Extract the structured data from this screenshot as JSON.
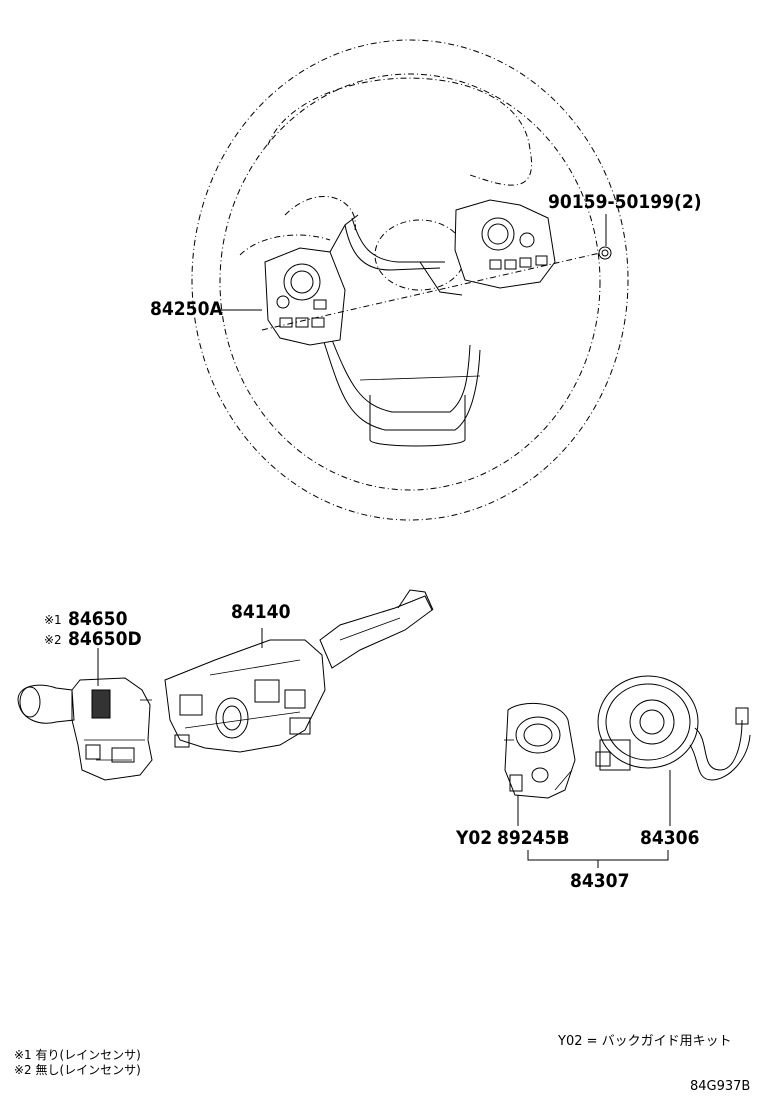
{
  "parts": {
    "bolt": "90159-50199(2)",
    "switch_assy": "84250A",
    "wiper_switch_1": "84650",
    "wiper_switch_2": "84650D",
    "combination_switch": "84140",
    "sensor": "89245B",
    "sensor_prefix": "Y02",
    "spiral_cable": "84306",
    "kit": "84307"
  },
  "markers": {
    "m1": "※1",
    "m2": "※2"
  },
  "notes": {
    "legend_y02": "Y02 = バックガイド用キット",
    "note_1": "※1 有り(レインセンサ)",
    "note_2": "※2 無し(レインセンサ)"
  },
  "figure_code": "84G937B"
}
